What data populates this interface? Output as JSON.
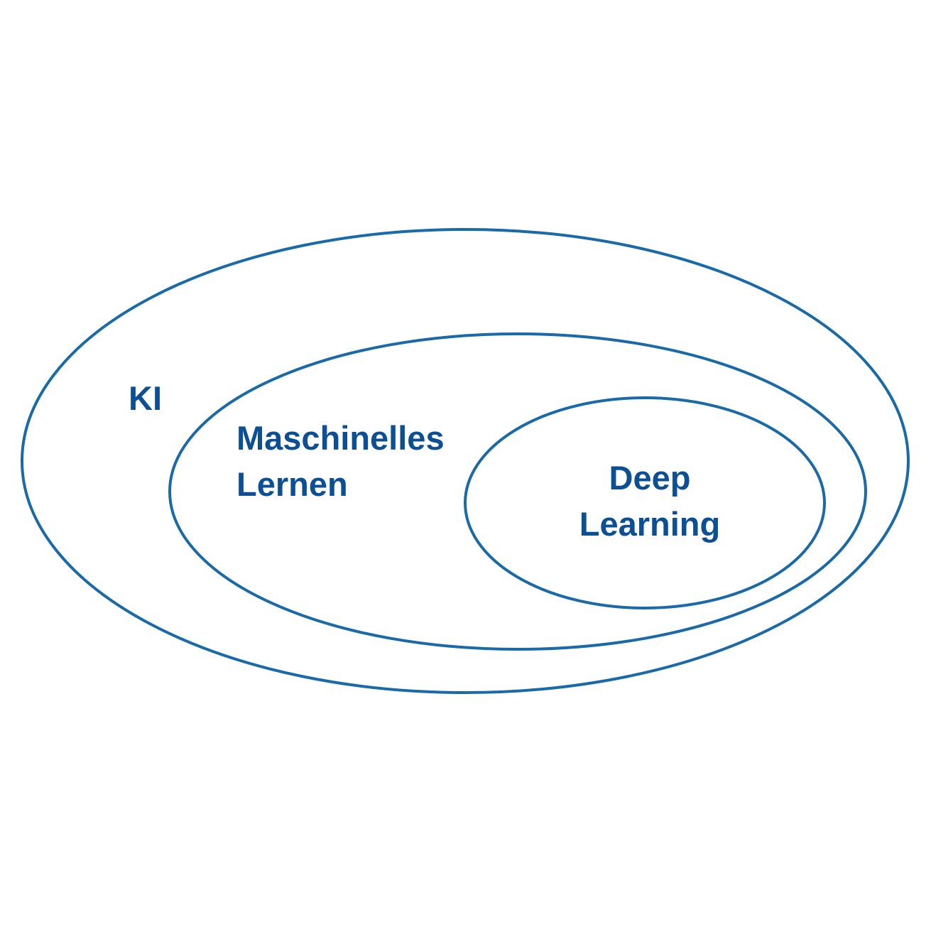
{
  "diagram": {
    "stroke_color": "#1b6aa8",
    "text_color": "#0d4f95",
    "background": "#ffffff",
    "labels": {
      "ki": "KI",
      "ml_line1": "Maschinelles",
      "ml_line2": "Lernen",
      "dl_line1": "Deep",
      "dl_line2": "Learning"
    }
  }
}
